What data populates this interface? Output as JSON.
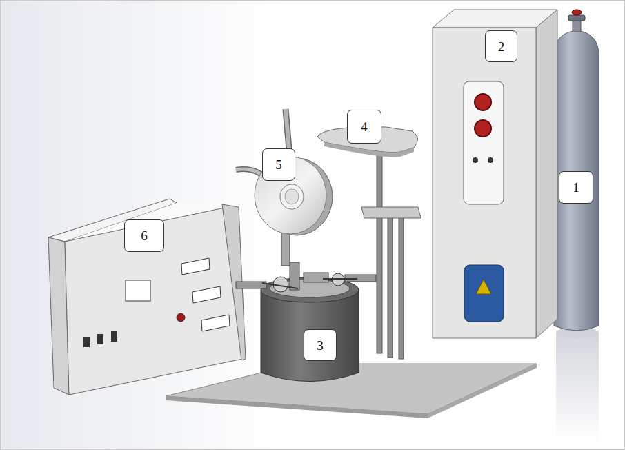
{
  "diagram": {
    "nodes": [
      {
        "text": [
          "2"
        ]
      },
      {
        "text": [
          "4"
        ]
      },
      {
        "text": [
          "5"
        ]
      },
      {
        "text": [
          "1"
        ]
      },
      {
        "text": [
          "6"
        ]
      },
      {
        "text": [
          "3"
        ]
      }
    ]
  }
}
